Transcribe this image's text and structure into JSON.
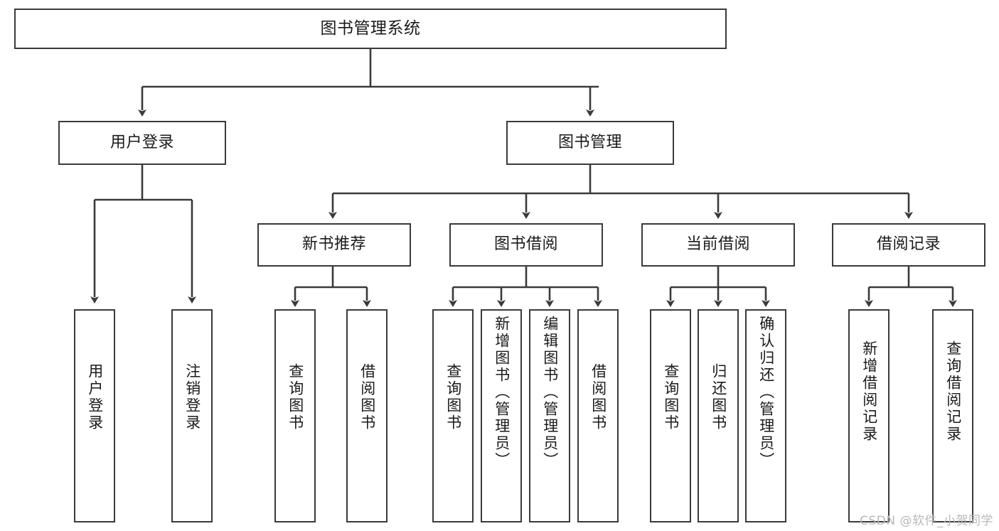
{
  "diagram": {
    "type": "tree-hierarchy-flowchart",
    "title": "图书管理系统",
    "root": {
      "label": "图书管理系统"
    },
    "level2": [
      {
        "id": "user-login",
        "label": "用户登录"
      },
      {
        "id": "book-management",
        "label": "图书管理"
      }
    ],
    "level3": [
      {
        "id": "new-book-recommend",
        "label": "新书推荐",
        "parent": "book-management"
      },
      {
        "id": "book-borrow",
        "label": "图书借阅",
        "parent": "book-management"
      },
      {
        "id": "current-borrow",
        "label": "当前借阅",
        "parent": "book-management"
      },
      {
        "id": "borrow-record",
        "label": "借阅记录",
        "parent": "book-management"
      }
    ],
    "leaves": [
      {
        "id": "leaf-user-login",
        "label": "用户登录",
        "parent": "user-login"
      },
      {
        "id": "leaf-user-logout",
        "label": "注销登录",
        "parent": "user-login"
      },
      {
        "id": "leaf-query-book-1",
        "label": "查询图书",
        "parent": "new-book-recommend"
      },
      {
        "id": "leaf-borrow-book-1",
        "label": "借阅图书",
        "parent": "new-book-recommend"
      },
      {
        "id": "leaf-query-book-2",
        "label": "查询图书",
        "parent": "book-borrow"
      },
      {
        "id": "leaf-add-book",
        "label": "新增图书（管理员）",
        "parent": "book-borrow"
      },
      {
        "id": "leaf-edit-book",
        "label": "编辑图书（管理员）",
        "parent": "book-borrow"
      },
      {
        "id": "leaf-borrow-book-2",
        "label": "借阅图书",
        "parent": "book-borrow"
      },
      {
        "id": "leaf-query-book-3",
        "label": "查询图书",
        "parent": "current-borrow"
      },
      {
        "id": "leaf-return-book",
        "label": "归还图书",
        "parent": "current-borrow"
      },
      {
        "id": "leaf-confirm-return",
        "label": "确认归还（管理员）",
        "parent": "current-borrow"
      },
      {
        "id": "leaf-add-record",
        "label": "新增借阅记录",
        "parent": "borrow-record"
      },
      {
        "id": "leaf-query-record",
        "label": "查询借阅记录",
        "parent": "borrow-record"
      }
    ],
    "colors": {
      "stroke": "#3a3a3a",
      "box_fill": "#ffffff",
      "text": "#1a1a1a",
      "watermark": "#b8b8b8",
      "background": "#ffffff"
    }
  },
  "watermark": {
    "text": "CSDN @软件_小贺同学"
  }
}
